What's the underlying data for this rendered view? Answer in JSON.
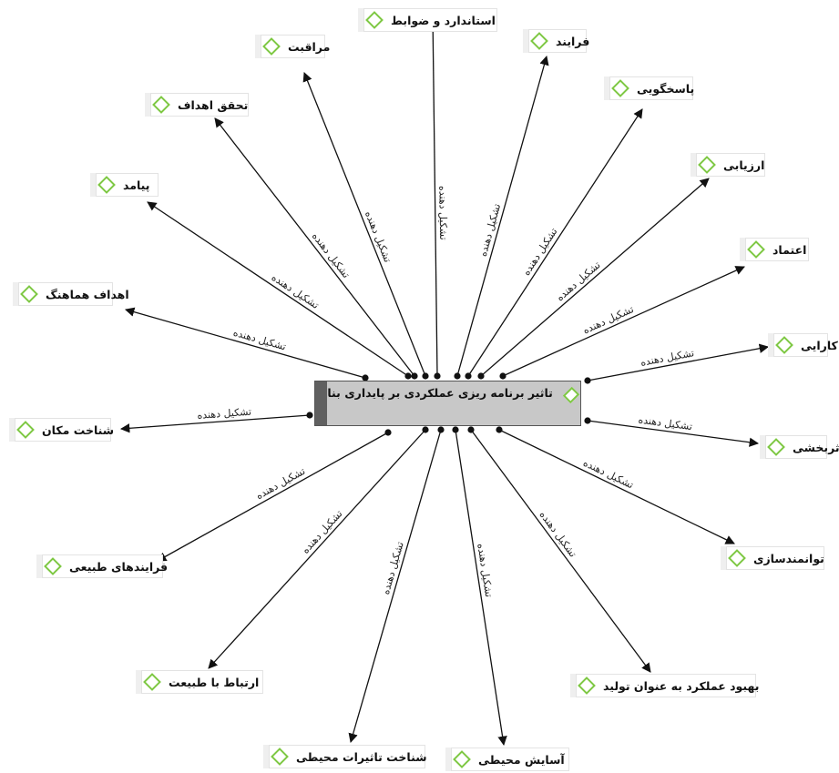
{
  "central": {
    "label": "تاثیر برنامه ریزی عملکردی بر پایداری بناها",
    "icon": "diamond-icon"
  },
  "edge_label": "تشکیل دهنده",
  "accent_color": "#7ec843",
  "nodes": [
    {
      "id": "n-standards",
      "label": "استاندارد و ضوابط"
    },
    {
      "id": "n-process",
      "label": "فرایند"
    },
    {
      "id": "n-care",
      "label": "مراقبت"
    },
    {
      "id": "n-responsiveness",
      "label": "پاسخگویی"
    },
    {
      "id": "n-goals",
      "label": "تحقق اهداف"
    },
    {
      "id": "n-evaluation",
      "label": "ارزیابی"
    },
    {
      "id": "n-outcome",
      "label": "پیامد"
    },
    {
      "id": "n-trust",
      "label": "اعتماد"
    },
    {
      "id": "n-aligned-goals",
      "label": "اهداف هماهنگ"
    },
    {
      "id": "n-efficiency",
      "label": "کارایی"
    },
    {
      "id": "n-place",
      "label": "شناخت مکان"
    },
    {
      "id": "n-effectiveness",
      "label": "اثربخشی"
    },
    {
      "id": "n-natural",
      "label": "فرایندهای طبیعی"
    },
    {
      "id": "n-empower",
      "label": "توانمندسازی"
    },
    {
      "id": "n-nature-link",
      "label": "ارتباط با طبیعت"
    },
    {
      "id": "n-productivity",
      "label": "بهبود عملکرد به عنوان تولید"
    },
    {
      "id": "n-env-effects",
      "label": "شناخت تاثیرات محیطی"
    },
    {
      "id": "n-comfort",
      "label": "آسایش محیطی"
    }
  ]
}
